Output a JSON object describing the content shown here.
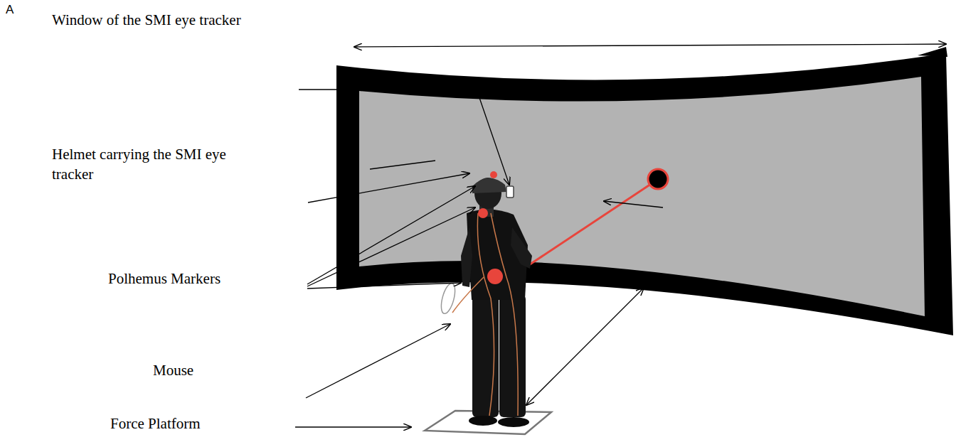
{
  "diagram": {
    "labels": [
      "A",
      "Window of the SMI eye tracker",
      "Helmet carrying the SMI eye tracker",
      "Polhemus Markers",
      "Mouse",
      "Force Platform"
    ]
  }
}
